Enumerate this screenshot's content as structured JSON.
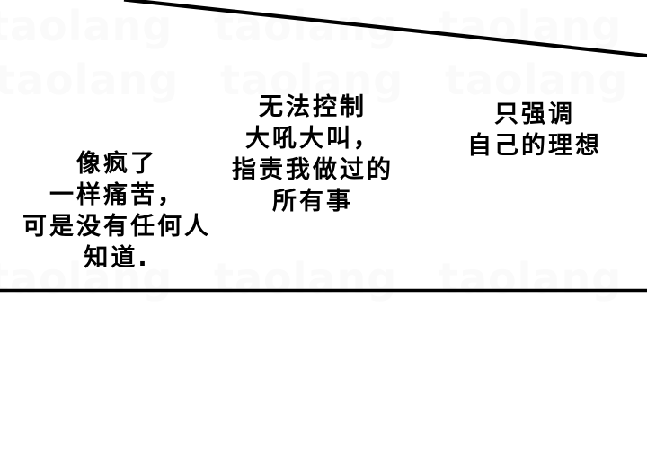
{
  "colors": {
    "ink": "#000000",
    "background": "#ffffff",
    "watermark": "#fafafa"
  },
  "watermark": {
    "text": "taolang"
  },
  "speech": {
    "left": {
      "lines": [
        "像疯了",
        "一样痛苦，",
        "可是没有任何人",
        "知道."
      ]
    },
    "middle": {
      "lines": [
        "无法控制",
        "大吼大叫，",
        "指责我做过的",
        "所有事"
      ]
    },
    "right": {
      "lines": [
        "只强调",
        "自己的理想"
      ]
    }
  }
}
